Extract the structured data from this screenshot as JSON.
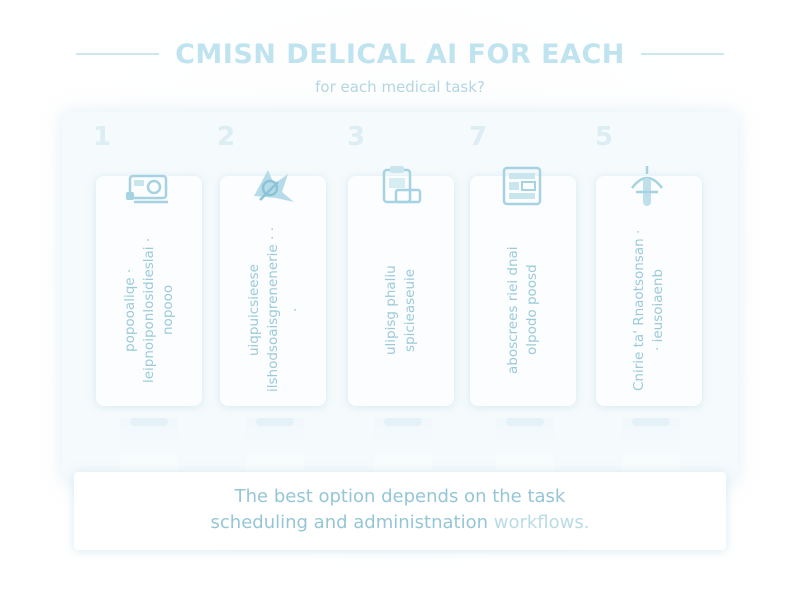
{
  "header": {
    "title": "CMISN DELICAL AI FOR EACH",
    "subtitle": "for each medical task?"
  },
  "cards": [
    {
      "number": "1",
      "icon": "medical-monitor-icon",
      "text": "popooaliqe · leipnoiponlosidieslai · nopooo",
      "text_faint": ""
    },
    {
      "number": "2",
      "icon": "ai-brain-icon",
      "text": "uiqpuicsieese ilshodsoaisgrenenerie · · .",
      "text_faint": ""
    },
    {
      "number": "3",
      "icon": "clipboard-icon",
      "text": "ulipisg phaliu  spicieaseuie",
      "text_faint": ""
    },
    {
      "number": "7",
      "icon": "data-server-icon",
      "text": "aboscrees riei dnai olpodo poosd",
      "text_faint": ""
    },
    {
      "number": "5",
      "icon": "robot-arm-icon",
      "text": "Cnirie ta' Rnaotsonsan · · ieusoiaenb",
      "text_faint": ""
    }
  ],
  "note": {
    "line1": "The best option depends on the task",
    "line2_main": "scheduling and administnation",
    "line2_muted": " workflows."
  },
  "colors": {
    "accent": "#95c6d6",
    "title": "#bfe3ef",
    "panel": "#f5fafc"
  }
}
